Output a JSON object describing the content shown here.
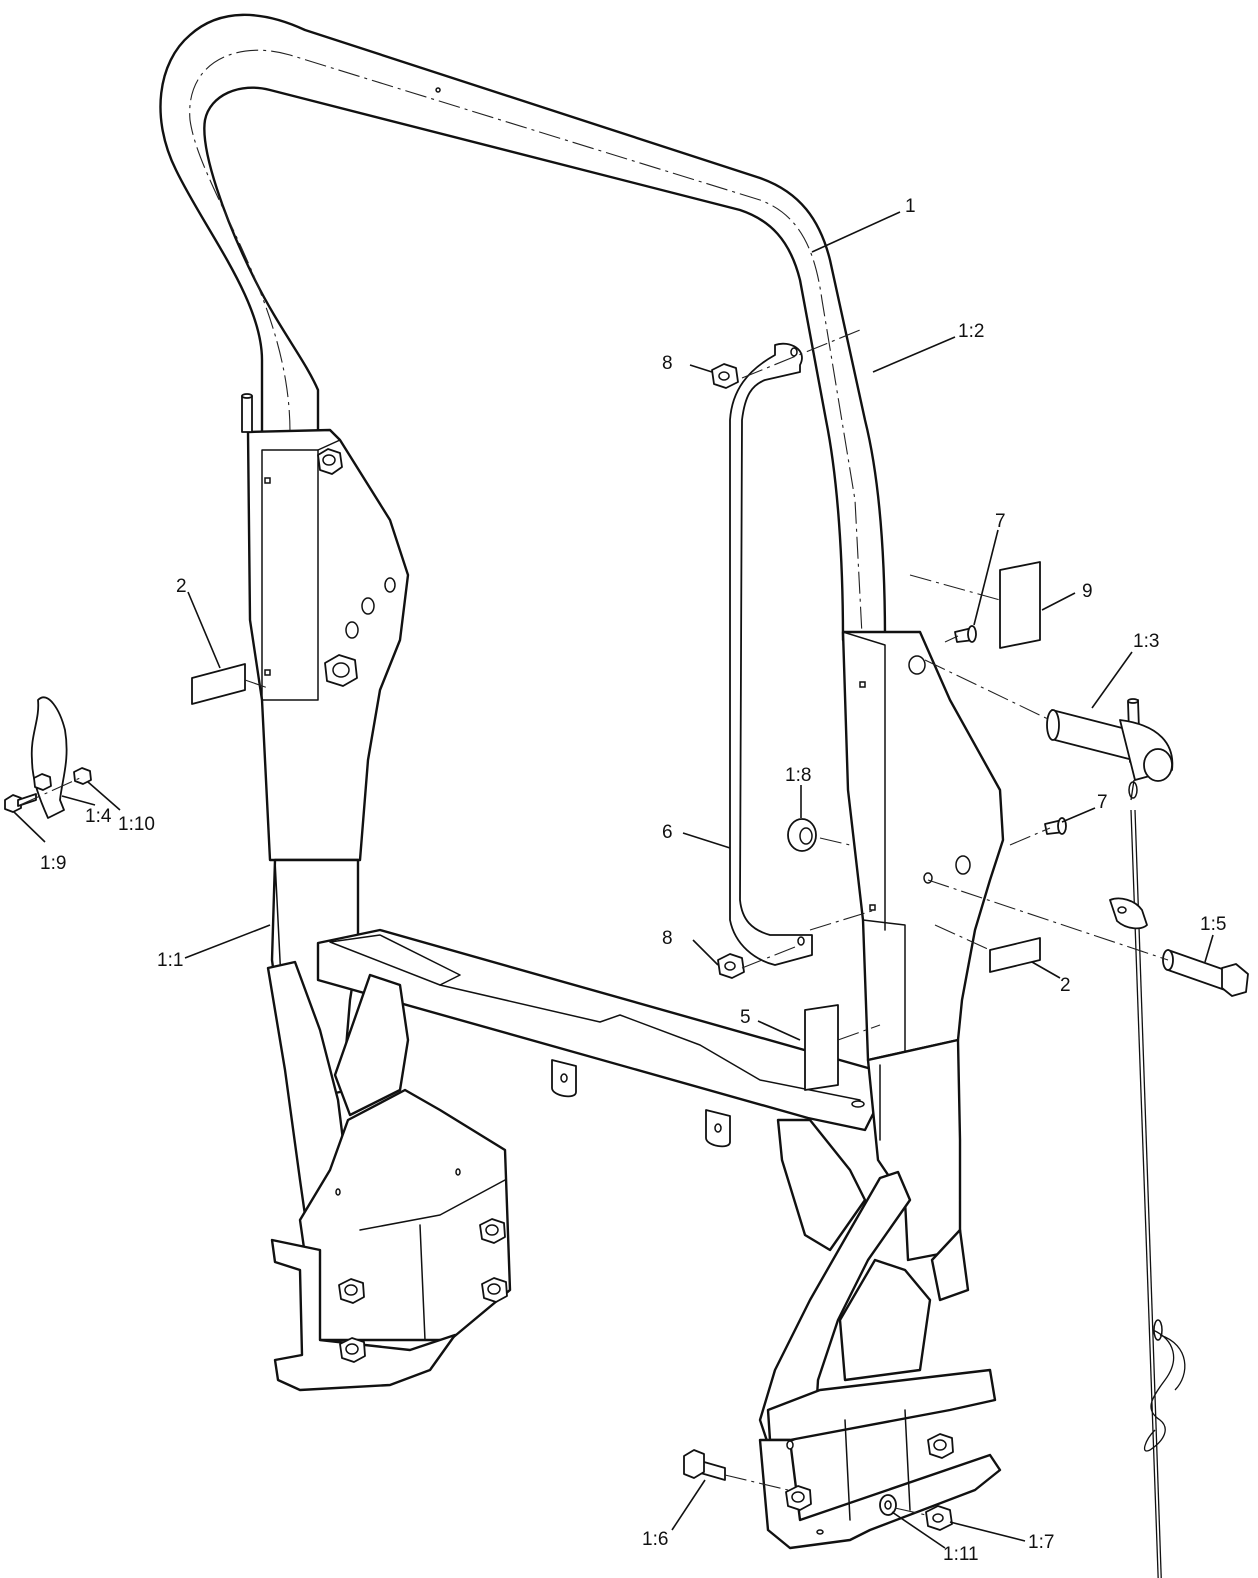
{
  "callouts": {
    "c1": "1",
    "c1_2": "1:2",
    "c7_top": "7",
    "c9": "9",
    "c1_3": "1:3",
    "c2_left": "2",
    "c8_top": "8",
    "c1_8": "1:8",
    "c7_mid": "7",
    "c6": "6",
    "c1_10": "1:10",
    "c1_4": "1:4",
    "c1_9": "1:9",
    "c1_5": "1:5",
    "c8_bot": "8",
    "c2_right": "2",
    "c1_1": "1:1",
    "c5": "5",
    "c1_6": "1:6",
    "c1_11": "1:11",
    "c1_7": "1:7"
  }
}
